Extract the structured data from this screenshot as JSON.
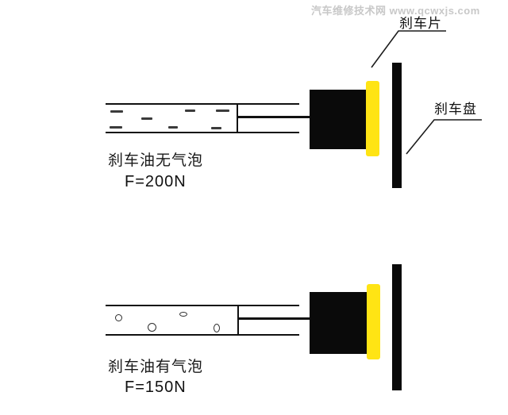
{
  "watermark": {
    "text": "汽车维修技术网 www.qcwxjs.com"
  },
  "annotations": {
    "brake_pad_label": "刹车片",
    "brake_disc_label": "刹车盘"
  },
  "diagrams": {
    "top": {
      "caption": "刹车油无气泡",
      "force": "F=200N"
    },
    "bottom": {
      "caption": "刹车油有气泡",
      "force": "F=150N"
    }
  },
  "fluid_marks": {
    "dashes": [
      [
        139,
        139,
        16
      ],
      [
        178,
        148,
        14
      ],
      [
        138,
        159,
        16
      ],
      [
        233,
        138,
        13
      ],
      [
        272,
        138,
        17
      ],
      [
        212,
        159,
        12
      ],
      [
        266,
        160,
        13
      ]
    ],
    "bubbles": [
      [
        149,
        400,
        4.5,
        4.5
      ],
      [
        191,
        412,
        5.5,
        5.5
      ],
      [
        231,
        396,
        5,
        3
      ],
      [
        273,
        413,
        4,
        5.5
      ]
    ]
  },
  "colors": {
    "pad": "#FFE414",
    "ink": "#111111",
    "dash": "#3b3b3b",
    "watermark": "#c8c8c8"
  }
}
